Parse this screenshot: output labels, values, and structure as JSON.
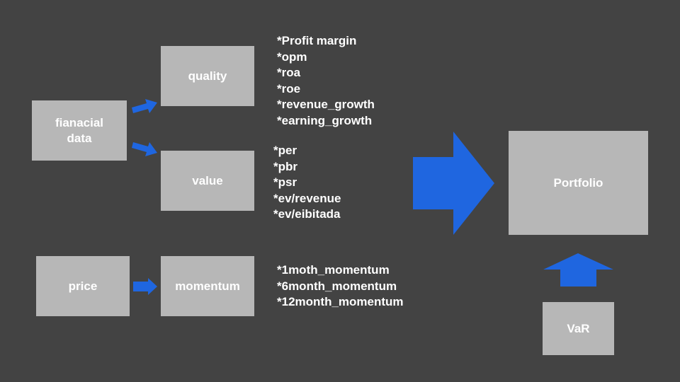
{
  "colors": {
    "background": "#434343",
    "box_fill": "#b7b7b7",
    "arrow_fill": "#1f66e0",
    "text": "#ffffff"
  },
  "boxes": {
    "financial_data": "fianacial\ndata",
    "quality": "quality",
    "value": "value",
    "price": "price",
    "momentum": "momentum",
    "portfolio": "Portfolio",
    "var": "VaR"
  },
  "quality_metrics": [
    "*Profit margin",
    "*opm",
    "*roa",
    "*roe",
    "*revenue_growth",
    "*earning_growth"
  ],
  "value_metrics": [
    "*per",
    "*pbr",
    "*psr",
    "*ev/revenue",
    "*ev/eibitada"
  ],
  "momentum_metrics": [
    "*1moth_momentum",
    "*6month_momentum",
    "*12month_momentum"
  ]
}
